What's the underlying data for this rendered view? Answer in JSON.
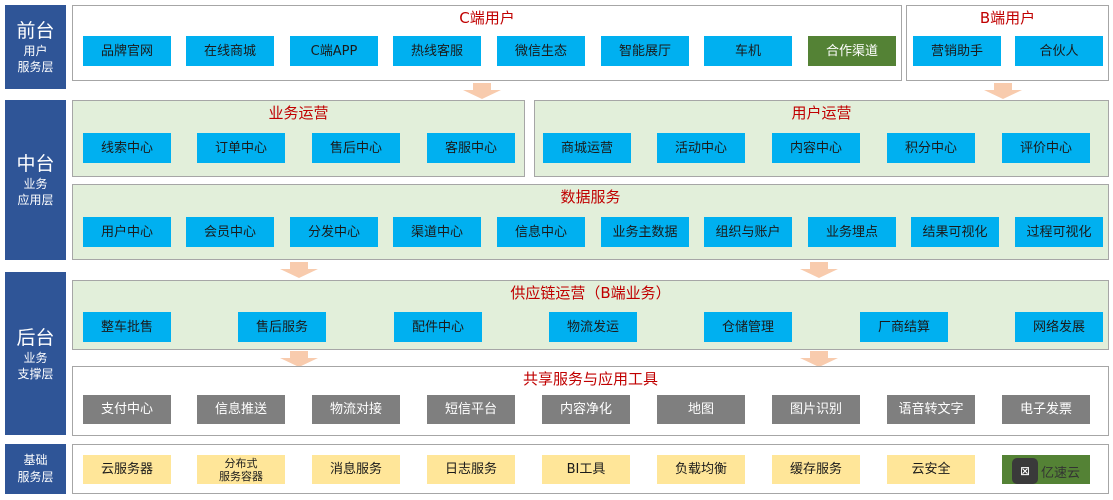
{
  "layers": {
    "front": {
      "big": "前台",
      "small1": "用户",
      "small2": "服务层"
    },
    "middle": {
      "big": "中台",
      "small1": "业务",
      "small2": "应用层"
    },
    "back": {
      "big": "后台",
      "small1": "业务",
      "small2": "支撑层"
    },
    "base": {
      "small1": "基础",
      "small2": "服务层"
    }
  },
  "c_users": {
    "title": "C端用户",
    "items": [
      "品牌官网",
      "在线商城",
      "C端APP",
      "热线客服",
      "微信生态",
      "智能展厅",
      "车机",
      "合作渠道"
    ]
  },
  "b_users": {
    "title": "B端用户",
    "items": [
      "营销助手",
      "合伙人"
    ]
  },
  "biz_ops": {
    "title": "业务运营",
    "items": [
      "线索中心",
      "订单中心",
      "售后中心",
      "客服中心"
    ]
  },
  "user_ops": {
    "title": "用户运营",
    "items": [
      "商城运营",
      "活动中心",
      "内容中心",
      "积分中心",
      "评价中心"
    ]
  },
  "data_service": {
    "title": "数据服务",
    "items": [
      "用户中心",
      "会员中心",
      "分发中心",
      "渠道中心",
      "信息中心",
      "业务主数据",
      "组织与账户",
      "业务埋点",
      "结果可视化",
      "过程可视化"
    ]
  },
  "supply_chain": {
    "title": "供应链运营（B端业务）",
    "items": [
      "整车批售",
      "售后服务",
      "配件中心",
      "物流发运",
      "仓储管理",
      "厂商结算",
      "网络发展"
    ]
  },
  "shared_tools": {
    "title": "共享服务与应用工具",
    "items": [
      "支付中心",
      "信息推送",
      "物流对接",
      "短信平台",
      "内容净化",
      "地图",
      "图片识别",
      "语音转文字",
      "电子发票"
    ]
  },
  "base_services": {
    "items": [
      "云服务器",
      "分布式\n服务容器",
      "消息服务",
      "日志服务",
      "BI工具",
      "负载均衡",
      "缓存服务",
      "云安全"
    ]
  },
  "watermark": {
    "logo": "⊠",
    "text": "亿速云"
  },
  "colors": {
    "layer": "#2f5597",
    "title": "#c00000",
    "blue": "#00b0f0",
    "green_panel": "#e2efda",
    "green_box": "#548235",
    "gray": "#7f7f7f",
    "yellow": "#ffe699",
    "arrow": "#f8cbad"
  }
}
